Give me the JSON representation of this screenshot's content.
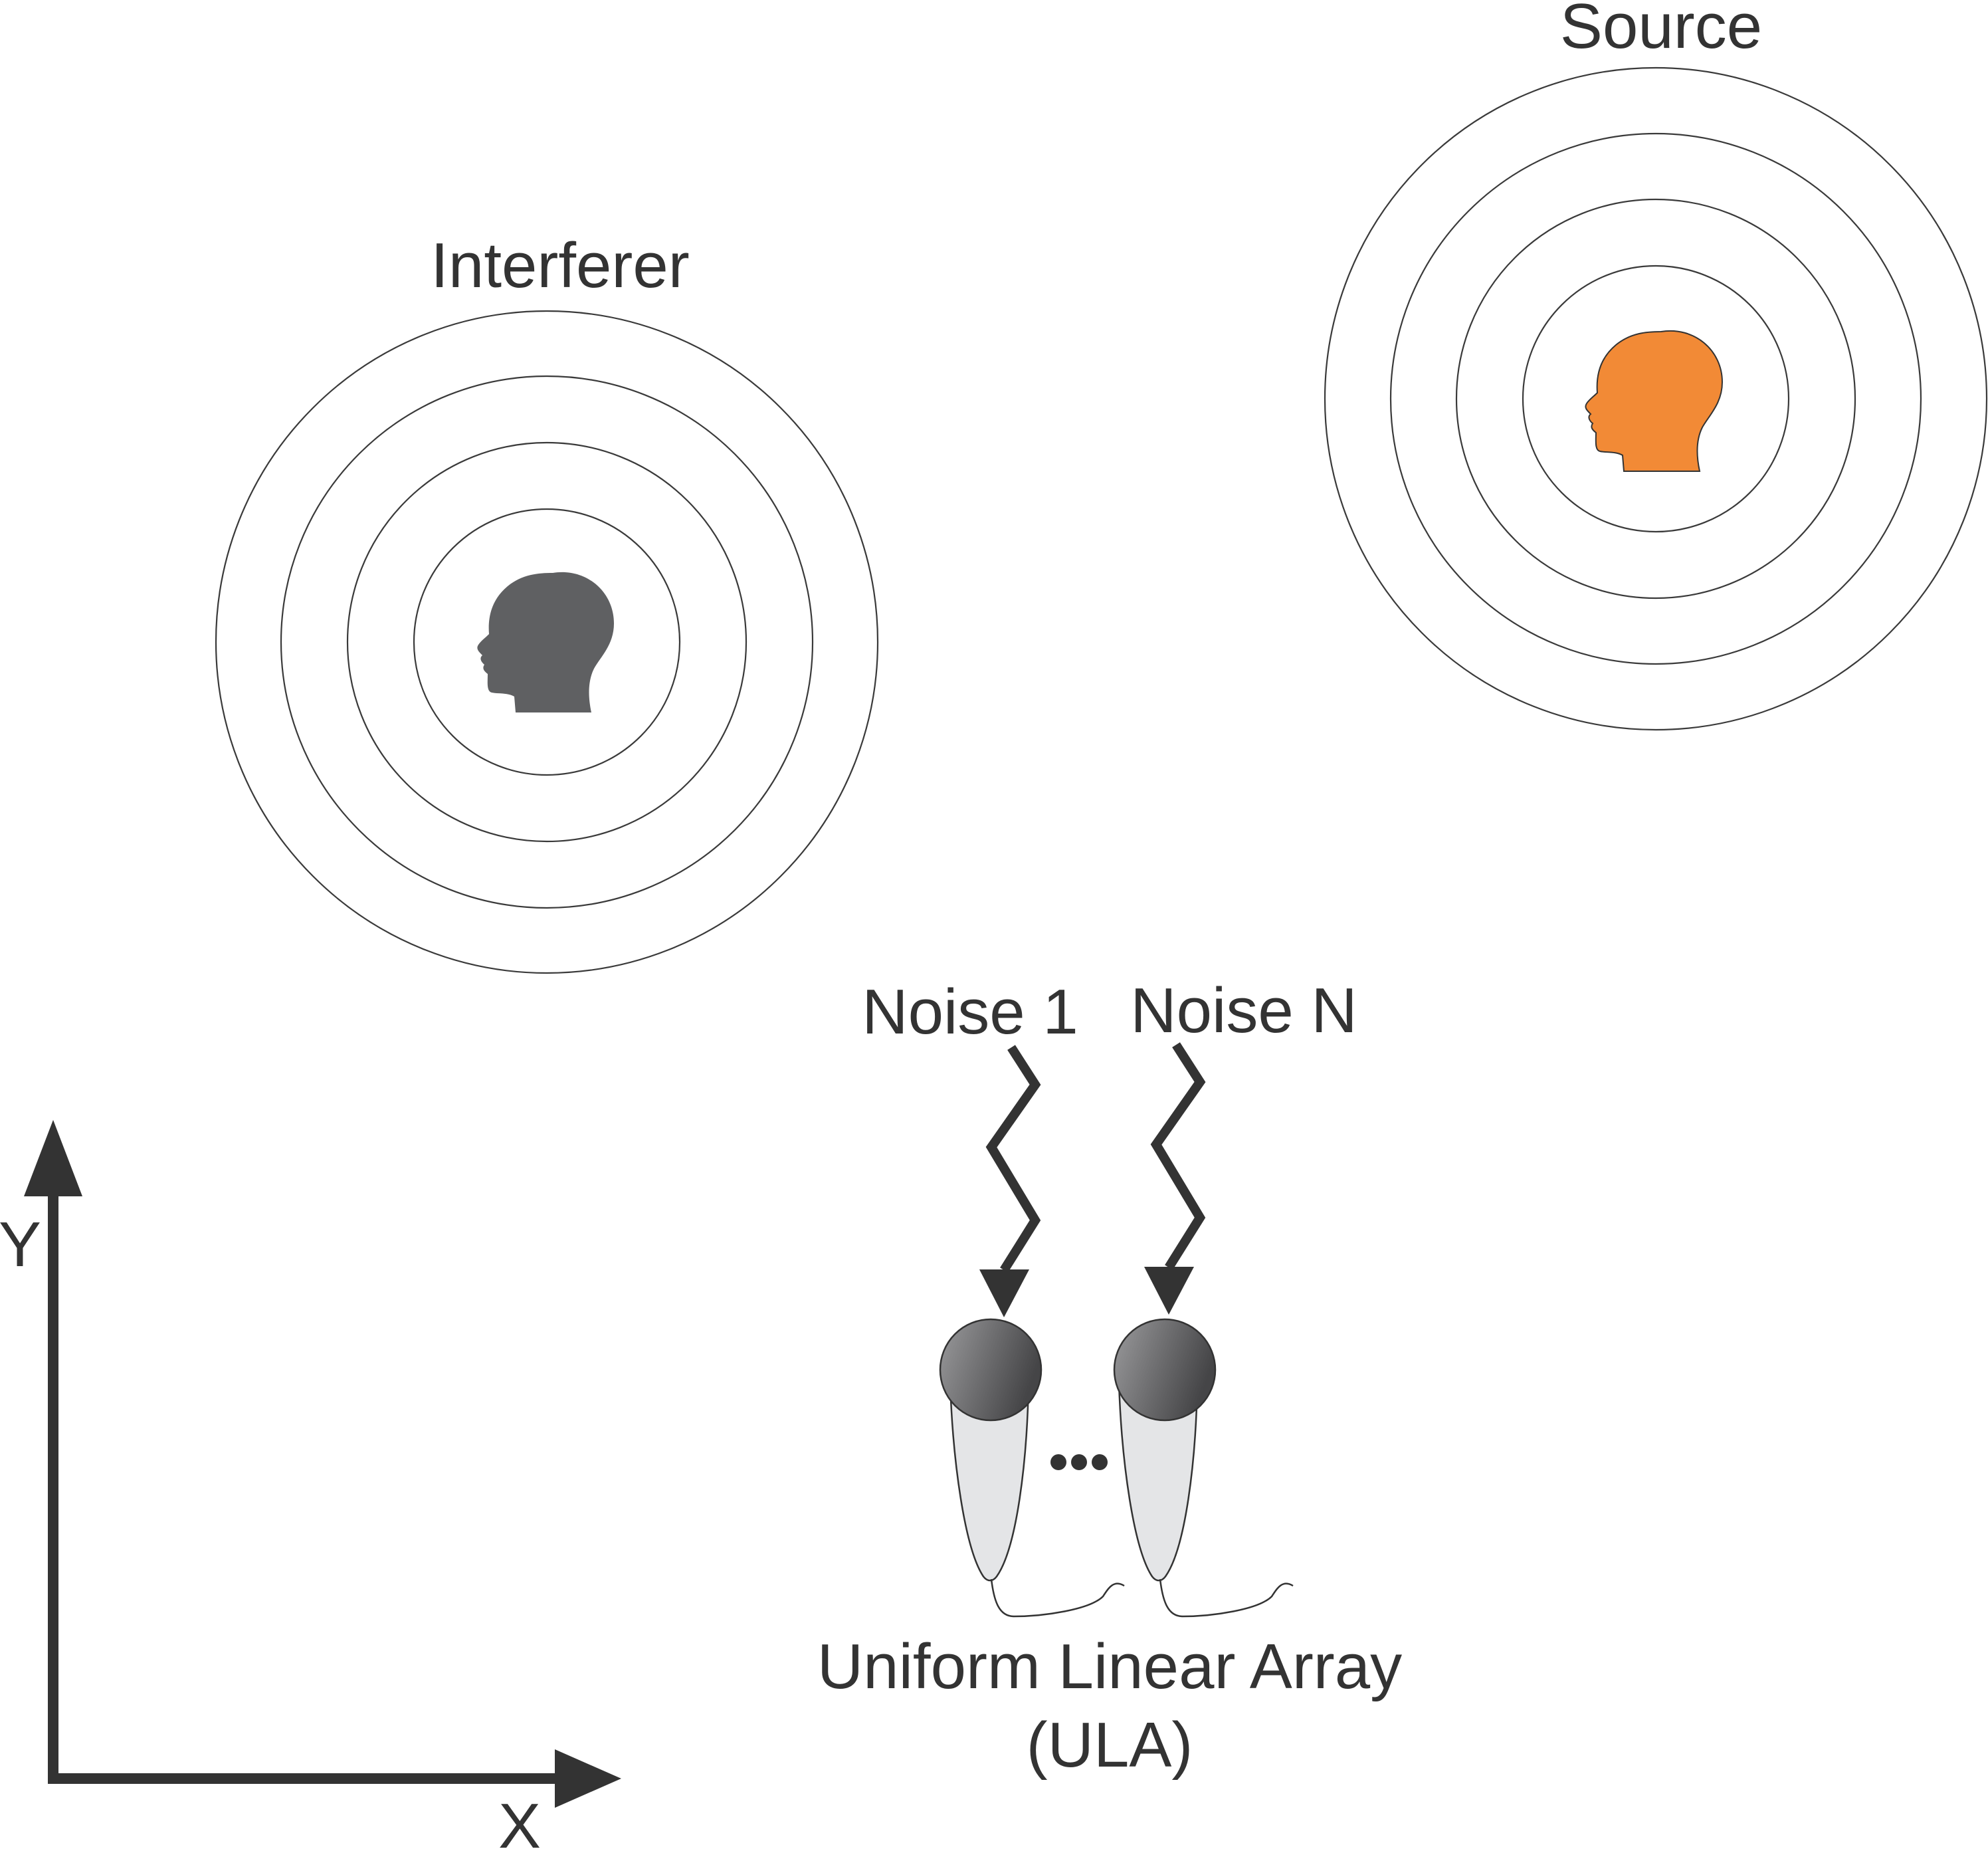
{
  "labels": {
    "source": "Source",
    "interferer": "Interferer",
    "noise_first": "Noise 1",
    "noise_last": "Noise N",
    "array_line1": "Uniform Linear Array",
    "array_line2": "(ULA)",
    "axis_x": "X",
    "axis_y": "Y"
  },
  "colors": {
    "source_head": "#F28A36",
    "interferer_head": "#5F6062",
    "stroke": "#333333"
  },
  "icons": {
    "source": "head-profile-icon",
    "interferer": "head-profile-icon",
    "microphone": "microphone-icon",
    "noise": "lightning-arrow-icon",
    "ellipsis": "ellipsis-icon"
  },
  "rings": {
    "source": 4,
    "interferer": 4
  }
}
